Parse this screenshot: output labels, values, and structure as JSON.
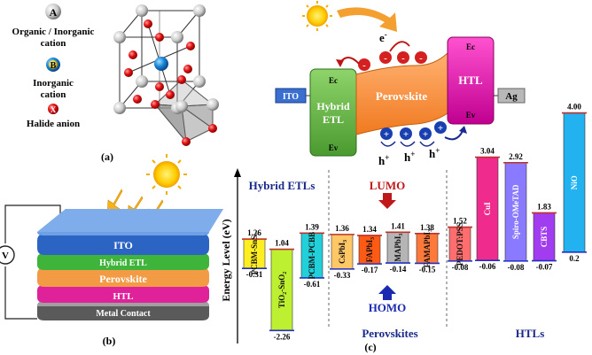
{
  "panel_a": {
    "legend": [
      {
        "symbol": "A",
        "text": "Organic / Inorganic cation"
      },
      {
        "symbol": "B",
        "text": "Inorganic cation"
      },
      {
        "symbol": "X",
        "text": "Halide anion"
      }
    ],
    "label": "(a)"
  },
  "panel_b": {
    "layers": [
      "ITO",
      "Hybrid ETL",
      "Perovskite",
      "HTL",
      "Metal Contact"
    ],
    "meter": "V",
    "label": "(b)"
  },
  "top_diagram": {
    "electron": "e",
    "electron_sup": "-",
    "ito": "ITO",
    "etl": [
      "Hybrid",
      "ETL"
    ],
    "etl_ec": "Ec",
    "etl_ev": "Ev",
    "perovskite": "Perovskite",
    "htl": "HTL",
    "htl_ec": "Ec",
    "htl_ev": "Ev",
    "ag": "Ag",
    "holes": [
      "h",
      "h",
      "h"
    ],
    "hole_sup": "+"
  },
  "panel_c": {
    "label": "(c)",
    "y_axis_label": "Energy Level (eV)",
    "group_labels": [
      "Hybrid ETLs",
      "Perovskites",
      "HTLs"
    ],
    "lumo": "LUMO",
    "homo": "HOMO"
  },
  "colors": {
    "etl": "#5cb85c",
    "perovskite": "#f49b4a",
    "htl": "#e020a0",
    "ito": "#3a6fd0",
    "red_line": "#c0302a",
    "blue_line": "#2030c0"
  },
  "chart_data": {
    "type": "bar",
    "ylabel": "Energy Level (eV)",
    "materials": [
      {
        "name": "PCBM-SnS2",
        "top": 1.26,
        "bottom": -0.31,
        "color": "#ffee22",
        "group": "Hybrid ETLs"
      },
      {
        "name": "TiO2-SnO2",
        "top": 1.04,
        "bottom": -2.26,
        "color": "#bdf030",
        "group": "Hybrid ETLs"
      },
      {
        "name": "PCBM-PCBB",
        "top": 1.39,
        "bottom": -0.61,
        "color": "#21d0d8",
        "group": "Hybrid ETLs"
      },
      {
        "name": "CsPbI3",
        "top": 1.36,
        "bottom": -0.33,
        "color": "#ffc766",
        "group": "Perovskites"
      },
      {
        "name": "FAPbI3",
        "top": 1.34,
        "bottom": -0.17,
        "color": "#ff5a14",
        "group": "Perovskites"
      },
      {
        "name": "MAPbI3",
        "top": 1.41,
        "bottom": -0.14,
        "color": "#b5b5b5",
        "group": "Perovskites"
      },
      {
        "name": "FAMAPbI3",
        "top": 1.38,
        "bottom": -0.15,
        "color": "#ff7a3a",
        "group": "Perovskites"
      },
      {
        "name": "PEDOT:PSS",
        "top": 1.52,
        "bottom": -0.08,
        "color": "#ff6e6e",
        "group": "HTLs"
      },
      {
        "name": "CuI",
        "top": 3.04,
        "bottom": -0.06,
        "color": "#ef2c8e",
        "group": "HTLs"
      },
      {
        "name": "Spiro-OMeTAD",
        "top": 2.92,
        "bottom": -0.08,
        "color": "#8a7aff",
        "group": "HTLs"
      },
      {
        "name": "CBTS",
        "top": 1.83,
        "bottom": -0.07,
        "color": "#a13cf0",
        "group": "HTLs"
      },
      {
        "name": "NiO",
        "top": 4.0,
        "bottom": 0.2,
        "color": "#22b2f0",
        "group": "HTLs"
      }
    ],
    "top_labels": [
      "1.26",
      "1.04",
      "1.39",
      "1.36",
      "1.34",
      "1.41",
      "1.38",
      "1.52",
      "3.04",
      "2.92",
      "1.83",
      "4.00"
    ],
    "bottom_labels": [
      "-0.31",
      "-2.26",
      "-0.61",
      "-0.33",
      "-0.17",
      "-0.14",
      "-0.15",
      "-0.08",
      "-0.06",
      "-0.08",
      "-0.07",
      "0.2"
    ],
    "bar_labels": [
      {
        "main": "PCBM-SnS",
        "sub": "2"
      },
      {
        "main": "TiO",
        "sub": "2",
        "rest": "-SnO",
        "sub2": "2"
      },
      {
        "main": "PCBM-PCBB"
      },
      {
        "main": "CsPbI",
        "sub": "3"
      },
      {
        "main": "FAPbI",
        "sub": "3"
      },
      {
        "main": "MAPbI",
        "sub": "3"
      },
      {
        "main": "FAMAPbI",
        "sub": "3"
      },
      {
        "main": "PEDOT:PSS"
      },
      {
        "main": "CuI"
      },
      {
        "main": "Spiro-OMeTAD"
      },
      {
        "main": "CBTS"
      },
      {
        "main": "NiO"
      }
    ]
  }
}
